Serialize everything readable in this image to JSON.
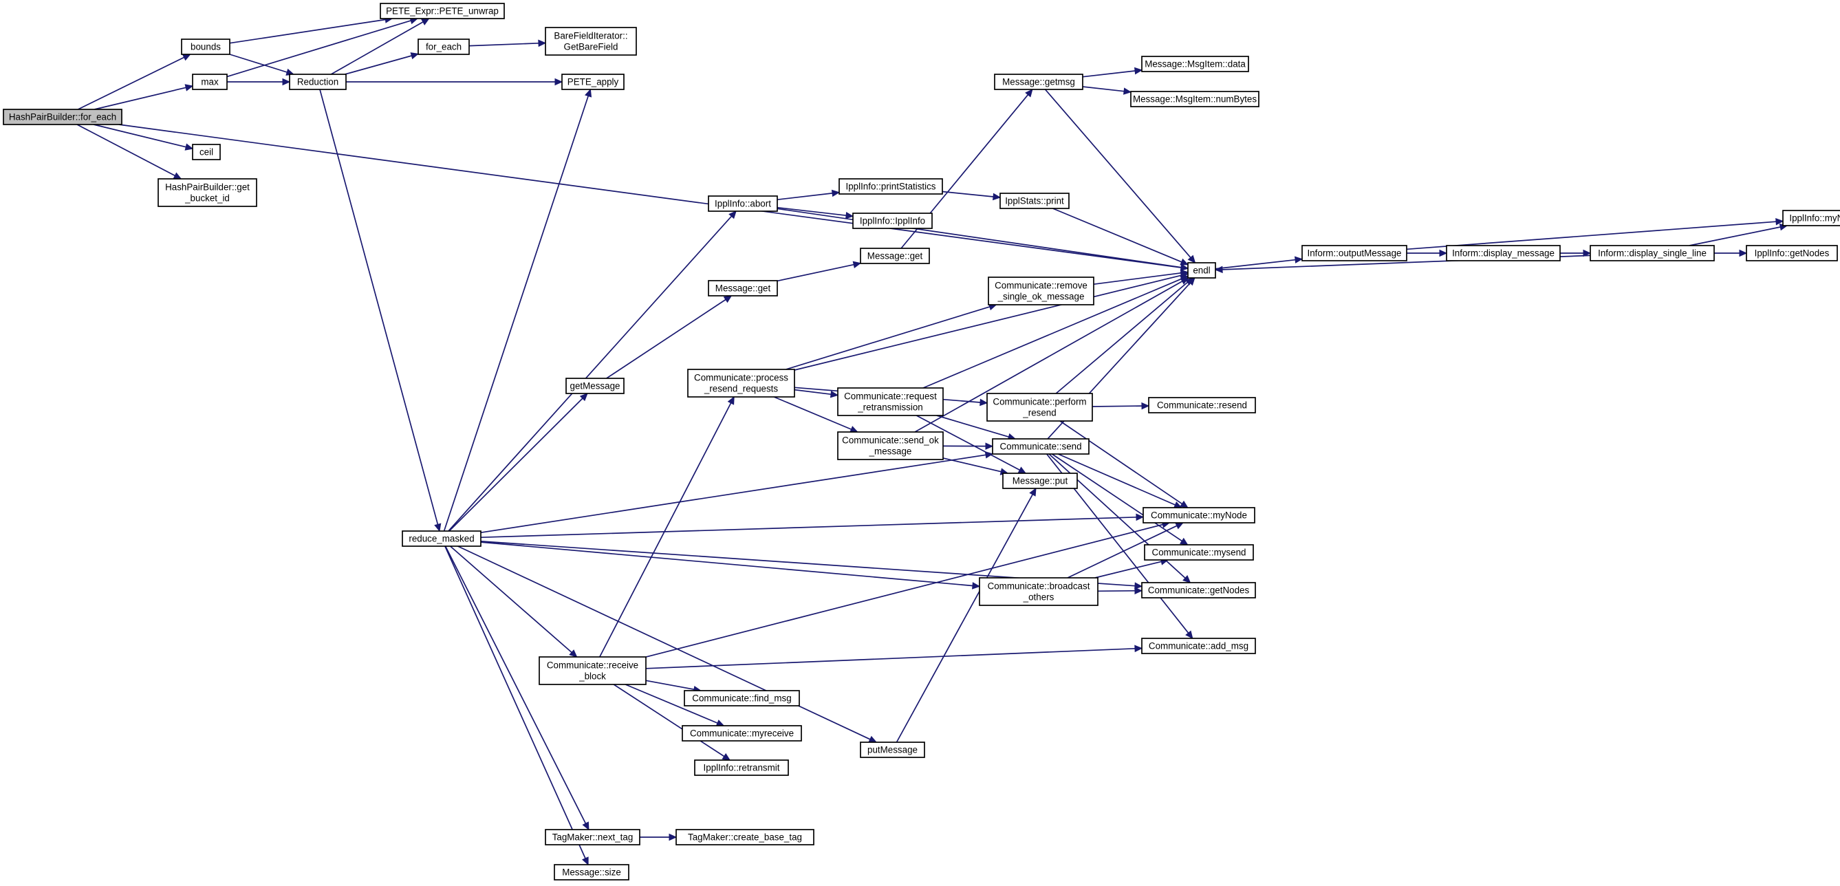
{
  "nodes": {
    "hash_for_each": {
      "lines": [
        "HashPairBuilder::for_each"
      ],
      "root": true
    },
    "bounds": {
      "lines": [
        "bounds"
      ]
    },
    "max": {
      "lines": [
        "max"
      ]
    },
    "ceil": {
      "lines": [
        "ceil"
      ]
    },
    "hash_get_bucket": {
      "lines": [
        "HashPairBuilder::get",
        "_bucket_id"
      ]
    },
    "pete_unwrap": {
      "lines": [
        "PETE_Expr::PETE_unwrap"
      ]
    },
    "reduction": {
      "lines": [
        "Reduction"
      ]
    },
    "for_each": {
      "lines": [
        "for_each"
      ]
    },
    "bare_field": {
      "lines": [
        "BareFieldIterator::",
        "GetBareField"
      ]
    },
    "pete_apply": {
      "lines": [
        "PETE_apply"
      ]
    },
    "ippl_abort": {
      "lines": [
        "IpplInfo::abort"
      ]
    },
    "ippl_print_stats": {
      "lines": [
        "IpplInfo::printStatistics"
      ]
    },
    "ippl_ipplinfo": {
      "lines": [
        "IpplInfo::IpplInfo"
      ]
    },
    "ippl_stats_print": {
      "lines": [
        "IpplStats::print"
      ]
    },
    "msg_getmsg": {
      "lines": [
        "Message::getmsg"
      ]
    },
    "msgitem_data": {
      "lines": [
        "Message::MsgItem::data"
      ]
    },
    "msgitem_numbytes": {
      "lines": [
        "Message::MsgItem::numBytes"
      ]
    },
    "msg_get1": {
      "lines": [
        "Message::get"
      ]
    },
    "msg_get2": {
      "lines": [
        "Message::get"
      ]
    },
    "get_message": {
      "lines": [
        "getMessage"
      ]
    },
    "endl": {
      "lines": [
        "endl"
      ]
    },
    "inform_output": {
      "lines": [
        "Inform::outputMessage"
      ]
    },
    "inform_display_msg": {
      "lines": [
        "Inform::display_message"
      ]
    },
    "inform_display_line": {
      "lines": [
        "Inform::display_single_line"
      ]
    },
    "ippl_mynode": {
      "lines": [
        "IpplInfo::myNode"
      ]
    },
    "ippl_getnodes": {
      "lines": [
        "IpplInfo::getNodes"
      ]
    },
    "comm_remove_ok": {
      "lines": [
        "Communicate::remove",
        "_single_ok_message"
      ]
    },
    "comm_process_resend": {
      "lines": [
        "Communicate::process",
        "_resend_requests"
      ]
    },
    "comm_request_retrans": {
      "lines": [
        "Communicate::request",
        "_retransmission"
      ]
    },
    "comm_perform_resend": {
      "lines": [
        "Communicate::perform",
        "_resend"
      ]
    },
    "comm_resend": {
      "lines": [
        "Communicate::resend"
      ]
    },
    "comm_send_ok": {
      "lines": [
        "Communicate::send_ok",
        "_message"
      ]
    },
    "comm_send": {
      "lines": [
        "Communicate::send"
      ]
    },
    "msg_put": {
      "lines": [
        "Message::put"
      ]
    },
    "reduce_masked": {
      "lines": [
        "reduce_masked"
      ]
    },
    "comm_mynode": {
      "lines": [
        "Communicate::myNode"
      ]
    },
    "comm_mysend": {
      "lines": [
        "Communicate::mysend"
      ]
    },
    "comm_broadcast": {
      "lines": [
        "Communicate::broadcast",
        "_others"
      ]
    },
    "comm_getnodes": {
      "lines": [
        "Communicate::getNodes"
      ]
    },
    "comm_add_msg": {
      "lines": [
        "Communicate::add_msg"
      ]
    },
    "comm_receive_block": {
      "lines": [
        "Communicate::receive",
        "_block"
      ]
    },
    "comm_find_msg": {
      "lines": [
        "Communicate::find_msg"
      ]
    },
    "comm_myreceive": {
      "lines": [
        "Communicate::myreceive"
      ]
    },
    "ippl_retransmit": {
      "lines": [
        "IpplInfo::retransmit"
      ]
    },
    "put_message": {
      "lines": [
        "putMessage"
      ]
    },
    "tag_next": {
      "lines": [
        "TagMaker::next_tag"
      ]
    },
    "tag_create_base": {
      "lines": [
        "TagMaker::create_base_tag"
      ]
    },
    "msg_size": {
      "lines": [
        "Message::size"
      ]
    }
  },
  "edges": [
    [
      "hash_for_each",
      "bounds"
    ],
    [
      "hash_for_each",
      "max"
    ],
    [
      "hash_for_each",
      "ceil"
    ],
    [
      "hash_for_each",
      "hash_get_bucket"
    ],
    [
      "hash_for_each",
      "endl"
    ],
    [
      "bounds",
      "pete_unwrap"
    ],
    [
      "bounds",
      "reduction"
    ],
    [
      "max",
      "pete_unwrap"
    ],
    [
      "max",
      "reduction"
    ],
    [
      "reduction",
      "pete_unwrap"
    ],
    [
      "reduction",
      "for_each"
    ],
    [
      "reduction",
      "pete_apply"
    ],
    [
      "reduction",
      "reduce_masked"
    ],
    [
      "for_each",
      "bare_field"
    ],
    [
      "reduce_masked",
      "pete_apply"
    ],
    [
      "reduce_masked",
      "ippl_abort"
    ],
    [
      "reduce_masked",
      "get_message"
    ],
    [
      "reduce_masked",
      "comm_send"
    ],
    [
      "reduce_masked",
      "comm_mynode"
    ],
    [
      "reduce_masked",
      "comm_broadcast"
    ],
    [
      "reduce_masked",
      "comm_getnodes"
    ],
    [
      "reduce_masked",
      "comm_receive_block"
    ],
    [
      "reduce_masked",
      "put_message"
    ],
    [
      "reduce_masked",
      "tag_next"
    ],
    [
      "reduce_masked",
      "msg_size"
    ],
    [
      "ippl_abort",
      "ippl_print_stats"
    ],
    [
      "ippl_abort",
      "ippl_ipplinfo"
    ],
    [
      "ippl_abort",
      "endl"
    ],
    [
      "ippl_print_stats",
      "ippl_stats_print"
    ],
    [
      "ippl_stats_print",
      "endl"
    ],
    [
      "get_message",
      "msg_get2"
    ],
    [
      "msg_get2",
      "msg_get1"
    ],
    [
      "msg_get1",
      "msg_getmsg"
    ],
    [
      "msg_getmsg",
      "msgitem_data"
    ],
    [
      "msg_getmsg",
      "msgitem_numbytes"
    ],
    [
      "msg_getmsg",
      "endl"
    ],
    [
      "endl",
      "inform_output"
    ],
    [
      "inform_output",
      "inform_display_msg"
    ],
    [
      "inform_output",
      "ippl_mynode"
    ],
    [
      "inform_display_msg",
      "inform_display_line"
    ],
    [
      "inform_display_line",
      "ippl_mynode"
    ],
    [
      "inform_display_line",
      "ippl_getnodes"
    ],
    [
      "inform_display_line",
      "endl"
    ],
    [
      "comm_remove_ok",
      "endl"
    ],
    [
      "comm_process_resend",
      "endl"
    ],
    [
      "comm_process_resend",
      "comm_remove_ok"
    ],
    [
      "comm_process_resend",
      "comm_request_retrans"
    ],
    [
      "comm_process_resend",
      "comm_perform_resend"
    ],
    [
      "comm_process_resend",
      "comm_send_ok"
    ],
    [
      "comm_request_retrans",
      "endl"
    ],
    [
      "comm_request_retrans",
      "comm_send"
    ],
    [
      "comm_request_retrans",
      "msg_put"
    ],
    [
      "comm_perform_resend",
      "endl"
    ],
    [
      "comm_perform_resend",
      "comm_resend"
    ],
    [
      "comm_perform_resend",
      "comm_mynode"
    ],
    [
      "comm_send_ok",
      "endl"
    ],
    [
      "comm_send_ok",
      "comm_send"
    ],
    [
      "comm_send_ok",
      "msg_put"
    ],
    [
      "comm_send",
      "endl"
    ],
    [
      "comm_send",
      "comm_mynode"
    ],
    [
      "comm_send",
      "comm_mysend"
    ],
    [
      "comm_send",
      "comm_getnodes"
    ],
    [
      "comm_send",
      "comm_add_msg"
    ],
    [
      "comm_broadcast",
      "comm_mynode"
    ],
    [
      "comm_broadcast",
      "comm_mysend"
    ],
    [
      "comm_broadcast",
      "comm_getnodes"
    ],
    [
      "comm_receive_block",
      "comm_process_resend"
    ],
    [
      "comm_receive_block",
      "comm_mynode"
    ],
    [
      "comm_receive_block",
      "comm_add_msg"
    ],
    [
      "comm_receive_block",
      "comm_find_msg"
    ],
    [
      "comm_receive_block",
      "comm_myreceive"
    ],
    [
      "comm_receive_block",
      "ippl_retransmit"
    ],
    [
      "put_message",
      "msg_put"
    ],
    [
      "tag_next",
      "tag_create_base"
    ]
  ]
}
